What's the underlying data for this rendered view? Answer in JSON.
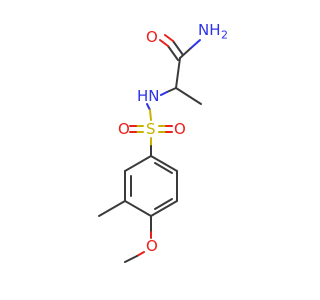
{
  "molecule": {
    "atoms": {
      "amide_o": "O",
      "amide_n": "NH",
      "amide_n_h2": "2",
      "sulfonamide_nh": "HN",
      "sulfonyl_s": "S",
      "sulfonyl_o_left": "O",
      "sulfonyl_o_right": "O",
      "ether_o": "O"
    },
    "colors": {
      "carbon_bond": "#3a3a3a",
      "oxygen": "#e8211a",
      "nitrogen": "#2c33e8",
      "sulfur": "#c9b300",
      "background": "#ffffff"
    }
  }
}
